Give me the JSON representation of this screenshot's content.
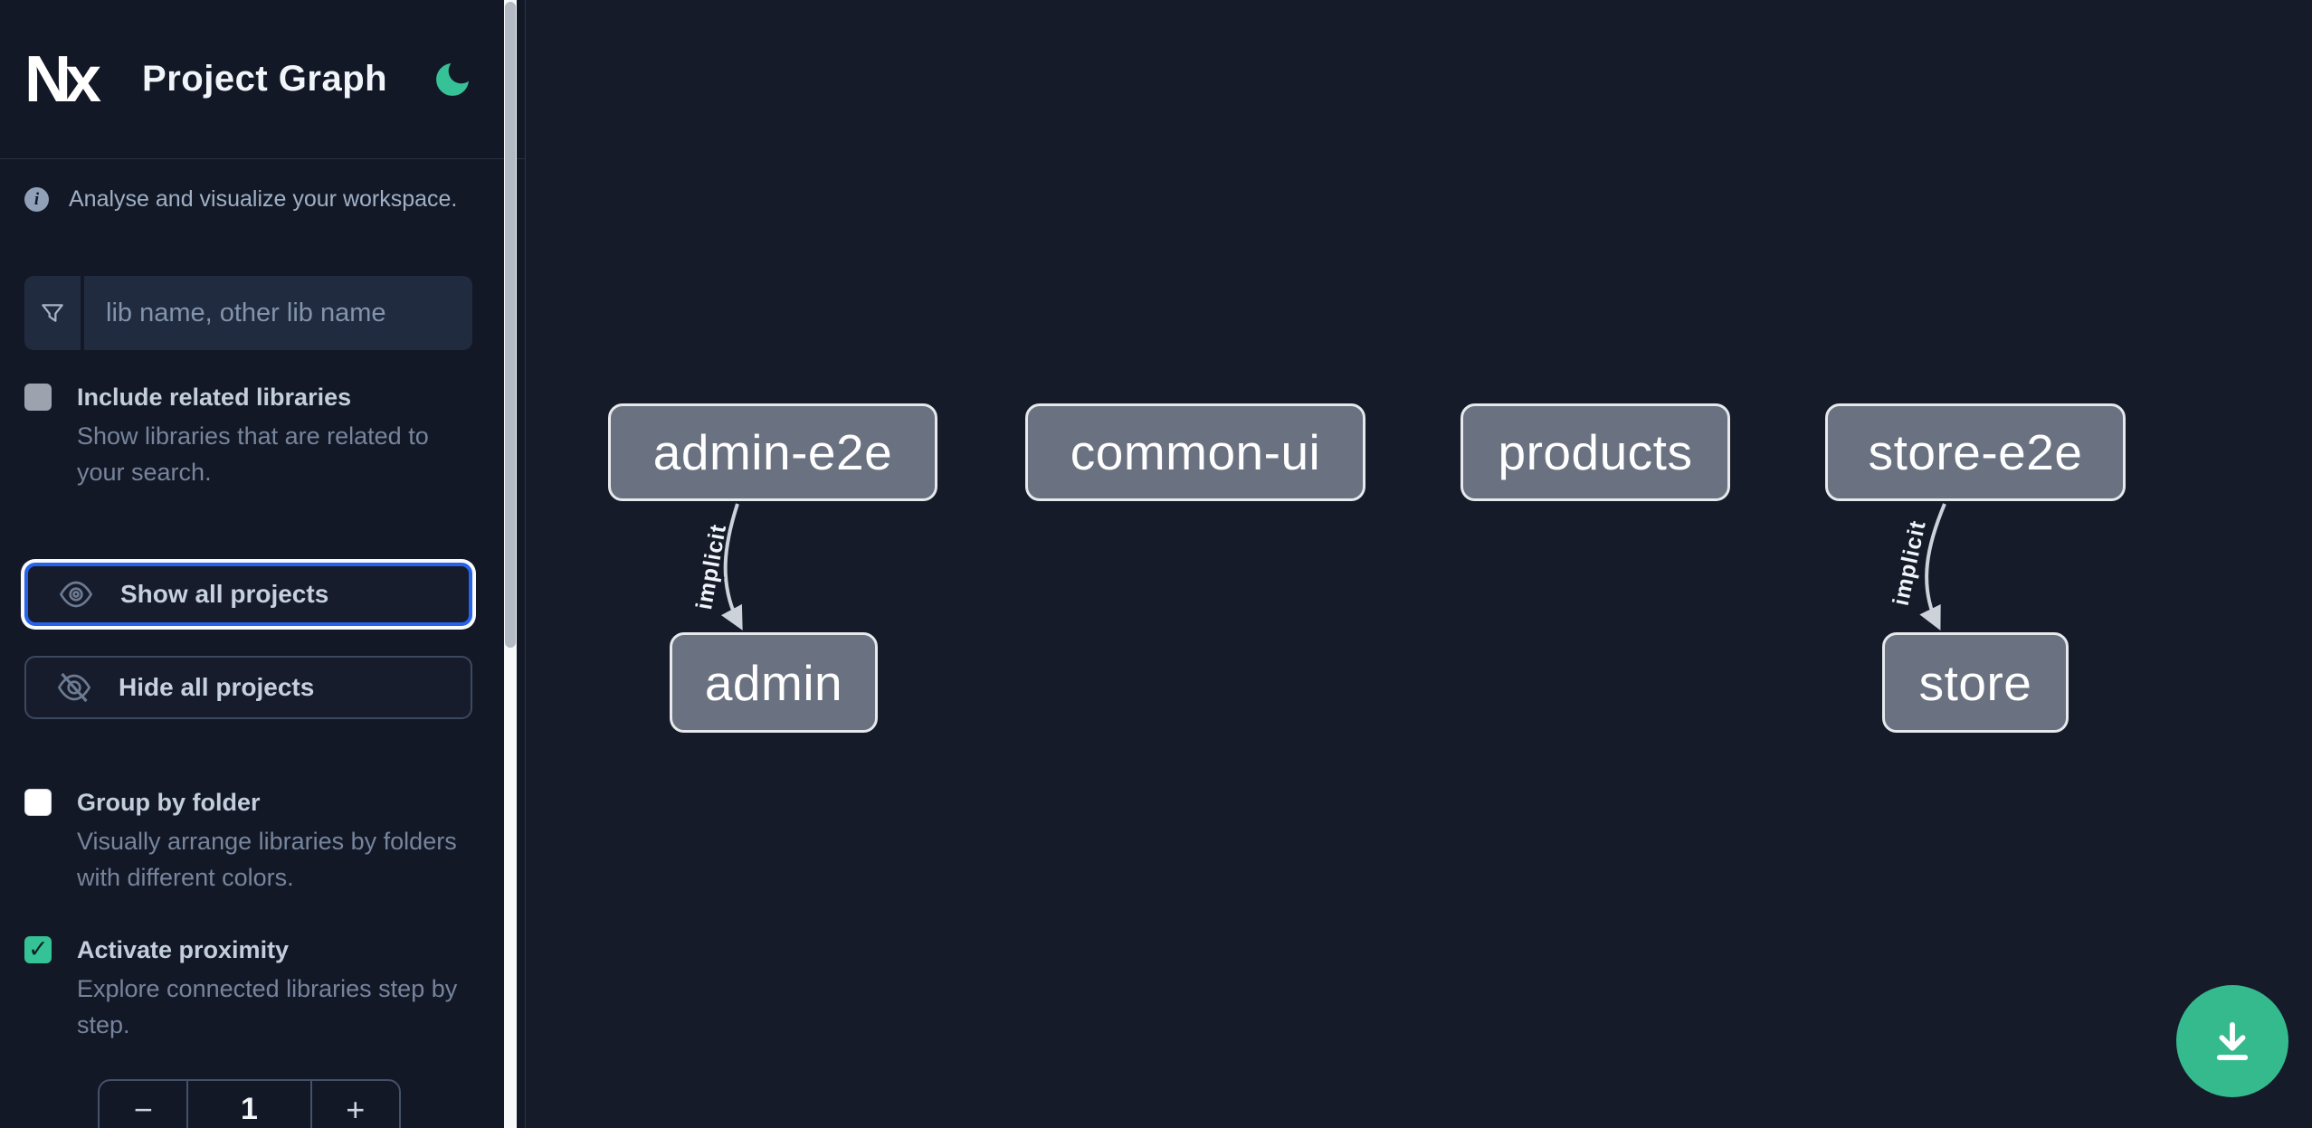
{
  "header": {
    "logo_text": "Nx",
    "title": "Project Graph"
  },
  "sidebar": {
    "tagline": "Analyse and visualize your workspace.",
    "filter_placeholder": "lib name, other lib name",
    "filter_value": "",
    "options": [
      {
        "label": "Include related libraries",
        "description": "Show libraries that are related to your search.",
        "checked": false
      },
      {
        "label": "Group by folder",
        "description": "Visually arrange libraries by folders with different colors.",
        "checked": false
      },
      {
        "label": "Activate proximity",
        "description": "Explore connected libraries step by step.",
        "checked": true
      }
    ],
    "actions": [
      {
        "label": "Show all projects",
        "icon": "eye-icon",
        "focused": true
      },
      {
        "label": "Hide all projects",
        "icon": "eye-slash-icon",
        "focused": false
      }
    ],
    "proximity_value": "1",
    "stepper": {
      "decrement": "−",
      "increment": "+"
    }
  },
  "graph": {
    "nodes": [
      {
        "label": "admin-e2e"
      },
      {
        "label": "common-ui"
      },
      {
        "label": "products"
      },
      {
        "label": "store-e2e"
      },
      {
        "label": "admin"
      },
      {
        "label": "store"
      }
    ],
    "edges": [
      {
        "source": "admin-e2e",
        "target": "admin",
        "label": "implicit"
      },
      {
        "source": "store-e2e",
        "target": "store",
        "label": "implicit"
      }
    ]
  },
  "fab": {
    "icon": "download-icon"
  },
  "colors": {
    "sidebar_bg": "#131826",
    "canvas_bg": "#151b29",
    "accent_green": "#35ba8e",
    "moon_green": "#36c296",
    "focus_blue": "#2563eb",
    "node_fill": "#6a7180",
    "node_border": "#e7e9ec",
    "edge_gray": "#cdd2da"
  }
}
